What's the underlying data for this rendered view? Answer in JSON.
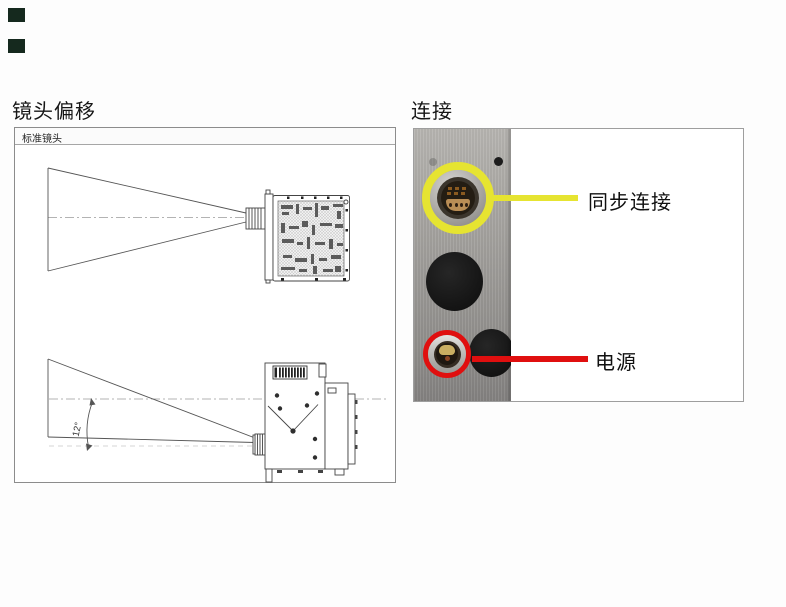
{
  "lens_shift": {
    "title": "镜头偏移",
    "tab": "标准镜头",
    "angle_label": "12°"
  },
  "connections": {
    "title": "连接",
    "sync": {
      "label": "同步连接",
      "color": "#e6e431"
    },
    "power": {
      "label": "电源",
      "color": "#e00f0f"
    }
  },
  "colors": {
    "corner_mark": "#15291e",
    "drawing_line": "#444444",
    "panel_metal": "#a3a19d"
  }
}
